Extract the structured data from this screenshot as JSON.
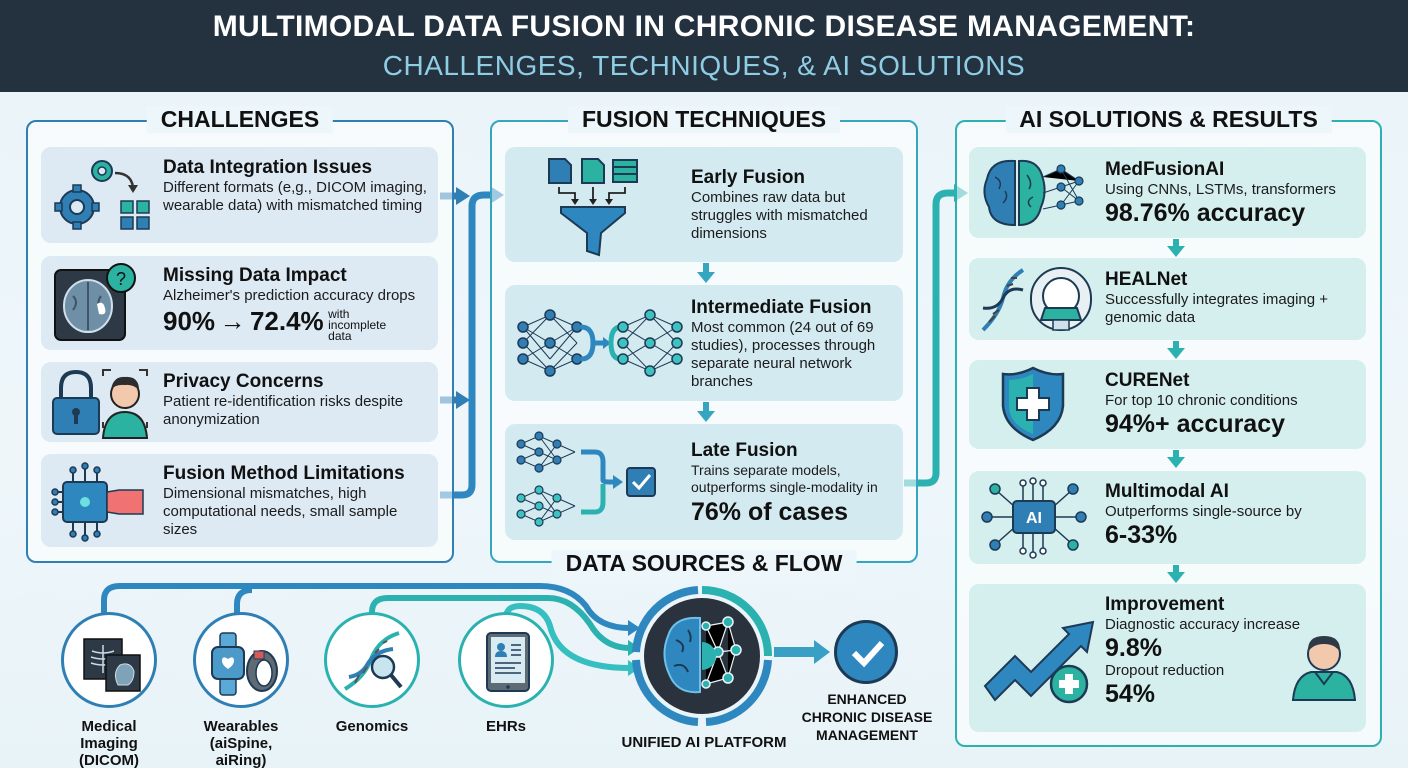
{
  "header": {
    "title": "MULTIMODAL DATA FUSION IN CHRONIC DISEASE MANAGEMENT:",
    "subtitle": "CHALLENGES, TECHNIQUES, & AI SOLUTIONS"
  },
  "colors": {
    "header_bg": "#243240",
    "subtitle": "#8fcde3",
    "blue": "#2f7fb5",
    "teal": "#2bb2b0",
    "challenge_card": "#dde9f3",
    "fusion_card": "#d4eaf1",
    "ai_card": "#d5eeee"
  },
  "challenges": {
    "title": "CHALLENGES",
    "items": [
      {
        "icon": "gears-data-blocks-icon",
        "title": "Data Integration Issues",
        "desc": "Different formats (e,g., DICOM imaging, wearable data) with mismatched timing"
      },
      {
        "icon": "brain-scan-question-icon",
        "title": "Missing Data Impact",
        "desc": "Alzheimer's prediction accuracy drops",
        "from": "90%",
        "arrow": "→",
        "to": "72.4%",
        "note": "with incomplete data"
      },
      {
        "icon": "lock-face-scan-icon",
        "title": "Privacy Concerns",
        "desc": "Patient re-identification risks despite anonymization"
      },
      {
        "icon": "circuit-chip-icon",
        "title": "Fusion Method Limitations",
        "desc": "Dimensional mismatches, high computational needs, small sample sizes"
      }
    ]
  },
  "fusion": {
    "title": "FUSION TECHNIQUES",
    "items": [
      {
        "icon": "files-funnel-icon",
        "title": "Early Fusion",
        "desc": "Combines raw data but struggles with mismatched dimensions"
      },
      {
        "icon": "neural-networks-merge-icon",
        "title": "Intermediate Fusion",
        "desc": "Most common (24 out of 69 studies), processes through separate neural network branches"
      },
      {
        "icon": "networks-to-checkbox-icon",
        "title": "Late Fusion",
        "desc": "Trains separate models, outperforms single-modality in",
        "big": "76% of cases"
      }
    ]
  },
  "ai": {
    "title": "AI SOLUTIONS & RESULTS",
    "items": [
      {
        "icon": "brain-network-icon",
        "title": "MedFusionAI",
        "desc": "Using CNNs, LSTMs, transformers",
        "big": "98.76% accuracy"
      },
      {
        "icon": "dna-mri-scanner-icon",
        "title": "HEALNet",
        "desc": "Successfully integrates imaging + genomic data"
      },
      {
        "icon": "shield-cross-icon",
        "title": "CURENet",
        "desc": "For top 10 chronic conditions",
        "big": "94%+ accuracy"
      },
      {
        "icon": "ai-chip-icon",
        "title": "Multimodal AI",
        "desc": "Outperforms single-source by",
        "big": "6-33%"
      },
      {
        "icon": "trend-up-arrow-icon",
        "title": "Improvement",
        "desc1": "Diagnostic accuracy increase",
        "big1": "9.8%",
        "desc2": "Dropout reduction",
        "big2": "54%"
      }
    ]
  },
  "flow": {
    "title": "DATA SOURCES & FLOW",
    "sources": [
      {
        "icon": "xray-mri-icon",
        "label": "Medical Imaging (DICOM)"
      },
      {
        "icon": "smartwatch-ring-icon",
        "label": "Wearables (aiSpine, aiRing)"
      },
      {
        "icon": "dna-magnifier-icon",
        "label": "Genomics"
      },
      {
        "icon": "tablet-record-icon",
        "label": "EHRs"
      }
    ],
    "platform": "UNIFIED AI PLATFORM",
    "outcome": "ENHANCED CHRONIC DISEASE MANAGEMENT"
  }
}
